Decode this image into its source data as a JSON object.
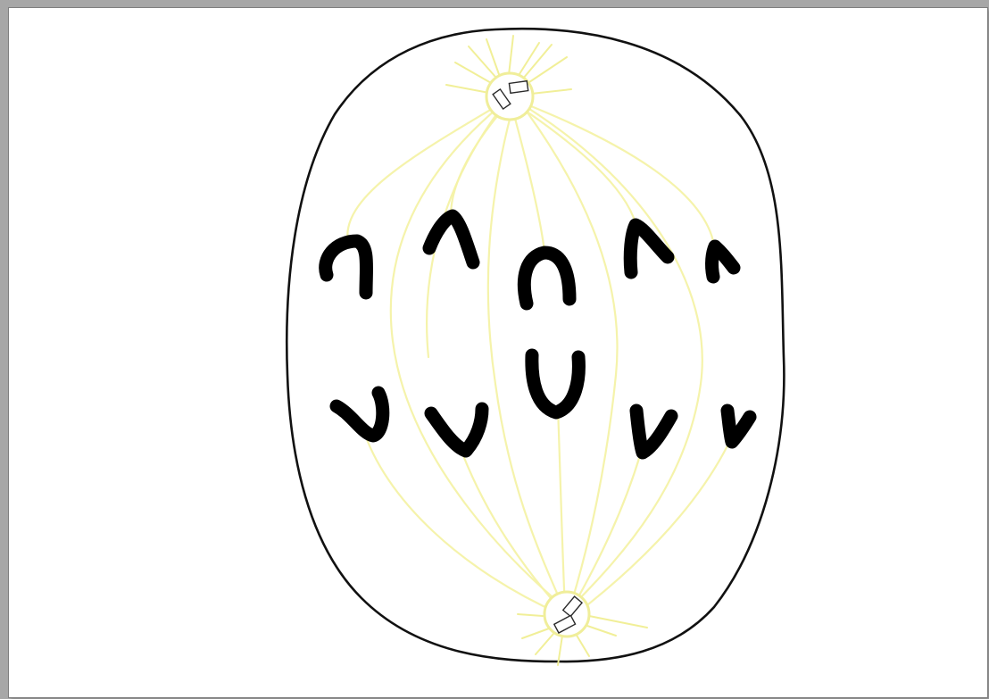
{
  "colors": {
    "viewer_background": "#a7a7a7",
    "page": "#ffffff",
    "membrane": "#111111",
    "spindle_fibers": "#f4f2a6",
    "chromosomes": "#000000"
  },
  "diagram": {
    "subject": "cell",
    "centrosome_count": 2,
    "chromosome_groups": [
      {
        "group": "upper",
        "chromosome_count": 5
      },
      {
        "group": "lower",
        "chromosome_count": 5
      }
    ]
  }
}
